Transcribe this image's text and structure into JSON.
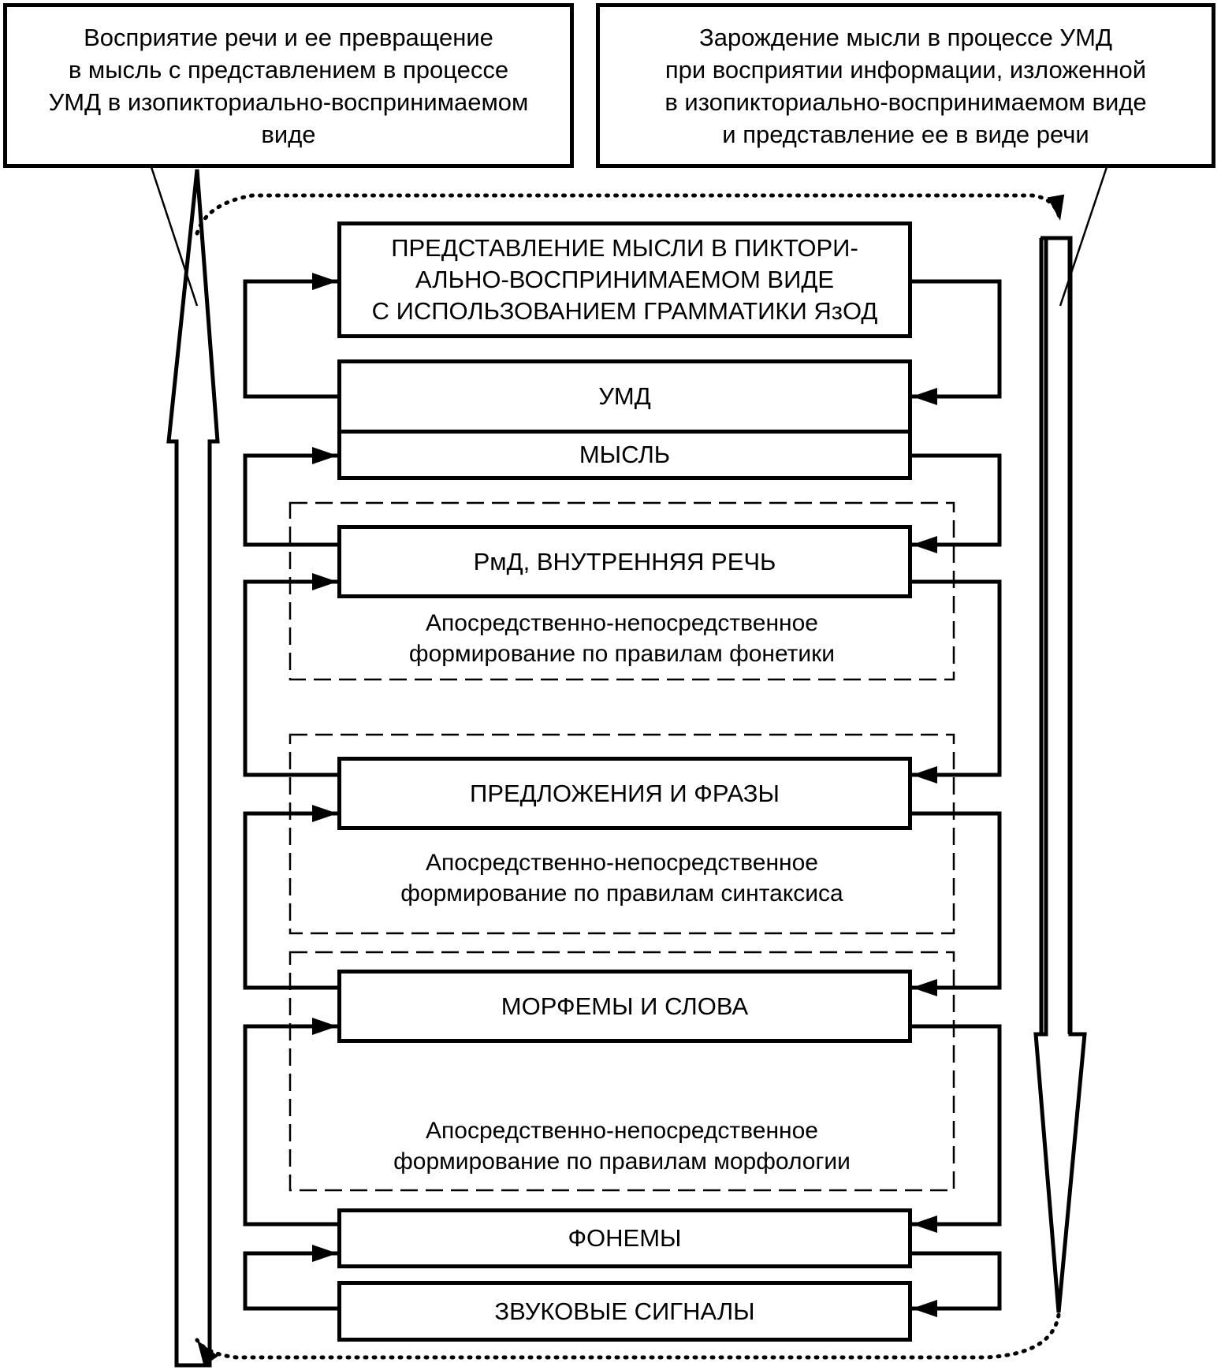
{
  "top_left": {
    "lines": [
      "Восприятие речи и ее превращение",
      "в мысль с представлением в процессе",
      "УМД в изопикториально-воспринимаемом",
      "виде"
    ]
  },
  "top_right": {
    "lines": [
      "Зарождение мысли в процессе УМД",
      "при восприятии информации, изложенной",
      "в изопикториально-воспринимаемом виде",
      "и представление ее в виде речи"
    ]
  },
  "nodes": {
    "representation": {
      "lines": [
        "ПРЕДСТАВЛЕНИЕ МЫСЛИ В ПИКТОРИ-",
        "АЛЬНО-ВОСПРИНИМАЕМОМ ВИДЕ",
        "С ИСПОЛЬЗОВАНИЕМ ГРАММАТИКИ ЯзОД"
      ]
    },
    "umd": {
      "label": "УМД"
    },
    "thought": {
      "label": "МЫСЛЬ"
    },
    "inner_speech": {
      "label": "РмД, ВНУТРЕННЯЯ РЕЧЬ"
    },
    "sentences": {
      "label": "ПРЕДЛОЖЕНИЯ И ФРАЗЫ"
    },
    "morphemes": {
      "label": "МОРФЕМЫ И СЛОВА"
    },
    "phonemes": {
      "label": "ФОНЕМЫ"
    },
    "sound_signals": {
      "label": "ЗВУКОВЫЕ СИГНАЛЫ"
    }
  },
  "notes": {
    "phonetics": [
      "Апосредственно-непосредственное",
      "формирование по правилам фонетики"
    ],
    "syntax": [
      "Апосредственно-непосредственное",
      "формирование по правилам синтаксиса"
    ],
    "morphology": [
      "Апосредственно-непосредственное",
      "формирование по правилам морфологии"
    ]
  }
}
